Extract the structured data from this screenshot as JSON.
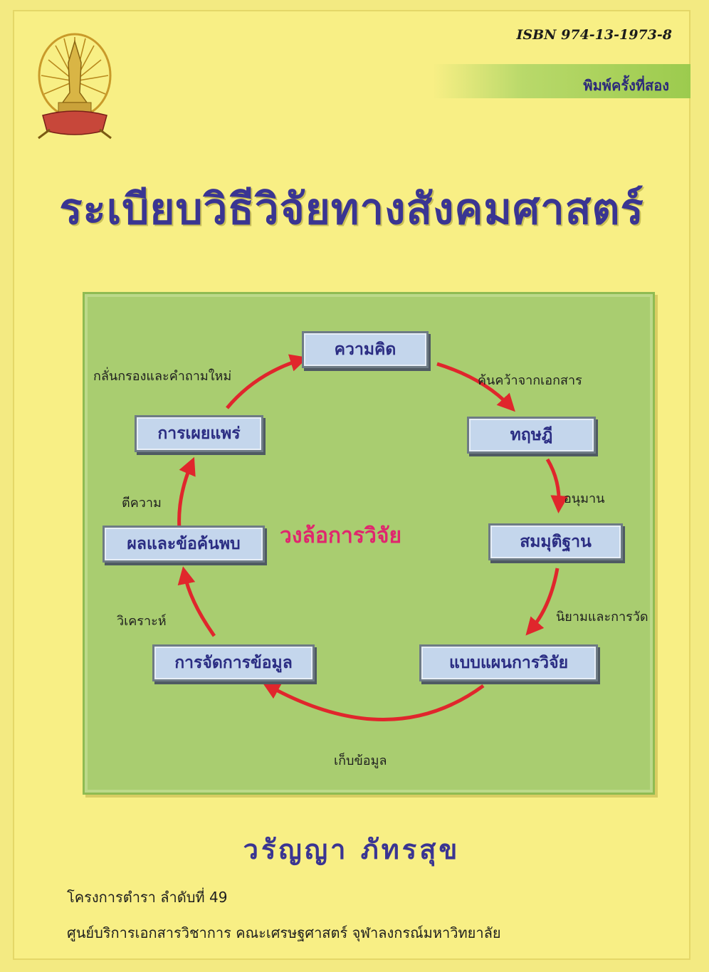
{
  "cover": {
    "isbn": "ISBN 974-13-1973-8",
    "edition": "พิมพ์ครั้งที่สอง",
    "title": "ระเบียบวิธีวิจัยทางสังคมศาสตร์",
    "author": "วรัญญา  ภัทรสุข",
    "series": "โครงการตำรา ลำดับที่ 49",
    "publisher": "ศูนย์บริการเอกสารวิชาการ คณะเศรษฐศาสตร์ จุฬาลงกรณ์มหาวิทยาลัย"
  },
  "diagram": {
    "center_label": "วงล้อการวิจัย",
    "stages": {
      "idea": "ความคิด",
      "theory": "ทฤษฎี",
      "hypothesis": "สมมุติฐาน",
      "design": "แบบแผนการวิจัย",
      "data_management": "การจัดการข้อมูล",
      "findings": "ผลและข้อค้นพบ",
      "dissemination": "การเผยแพร่"
    },
    "transitions": {
      "idea_to_theory": "ค้นคว้าจากเอกสาร",
      "theory_to_hypothesis": "อนุมาน",
      "hypothesis_to_design": "นิยามและการวัด",
      "design_to_data": "เก็บข้อมูล",
      "data_to_findings": "วิเคราะห์",
      "findings_to_dissemination": "ตีความ",
      "dissemination_to_idea": "กลั่นกรองและคำถามใหม่"
    }
  },
  "colors": {
    "background": "#f8ef85",
    "title": "#3a3592",
    "diagram_background": "#a9cd70",
    "arrow": "#e0262c",
    "center_label": "#e0266e",
    "box_fill": "#c4d6ec"
  },
  "icons": {
    "emblem": "university-emblem"
  }
}
